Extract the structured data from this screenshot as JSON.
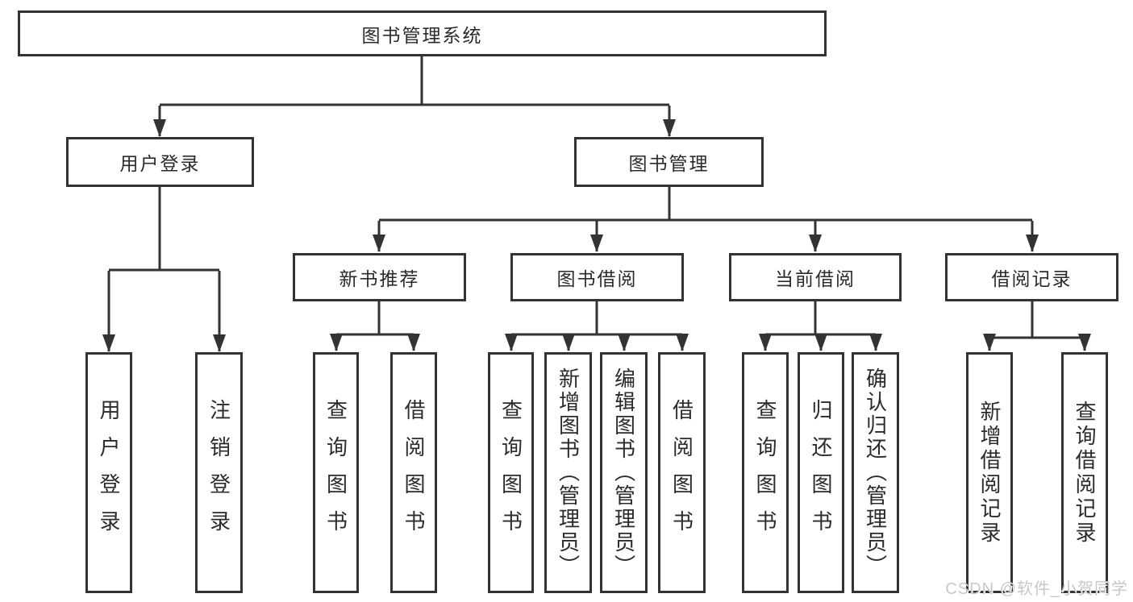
{
  "title": "图书管理系统",
  "nodes": {
    "root": {
      "label": "图书管理系统"
    },
    "level2": [
      {
        "label": "用户登录"
      },
      {
        "label": "图书管理"
      }
    ],
    "level3": [
      {
        "label": "新书推荐"
      },
      {
        "label": "图书借阅"
      },
      {
        "label": "当前借阅"
      },
      {
        "label": "借阅记录"
      }
    ],
    "leaves": [
      {
        "label": "用户登录"
      },
      {
        "label": "注销登录"
      },
      {
        "label": "查询图书"
      },
      {
        "label": "借阅图书"
      },
      {
        "label": "查询图书"
      },
      {
        "label": "新增图书（管理员）"
      },
      {
        "label": "编辑图书（管理员）"
      },
      {
        "label": "借阅图书"
      },
      {
        "label": "查询图书"
      },
      {
        "label": "归还图书"
      },
      {
        "label": "确认归还（管理员）"
      },
      {
        "label": "新增借阅记录"
      },
      {
        "label": "查询借阅记录"
      }
    ]
  },
  "watermark": "CSDN @软件_小贺同学",
  "colors": {
    "line": "#333333",
    "text": "#2b2b2b",
    "background": "#ffffff",
    "watermark": "#c8c8c8"
  }
}
